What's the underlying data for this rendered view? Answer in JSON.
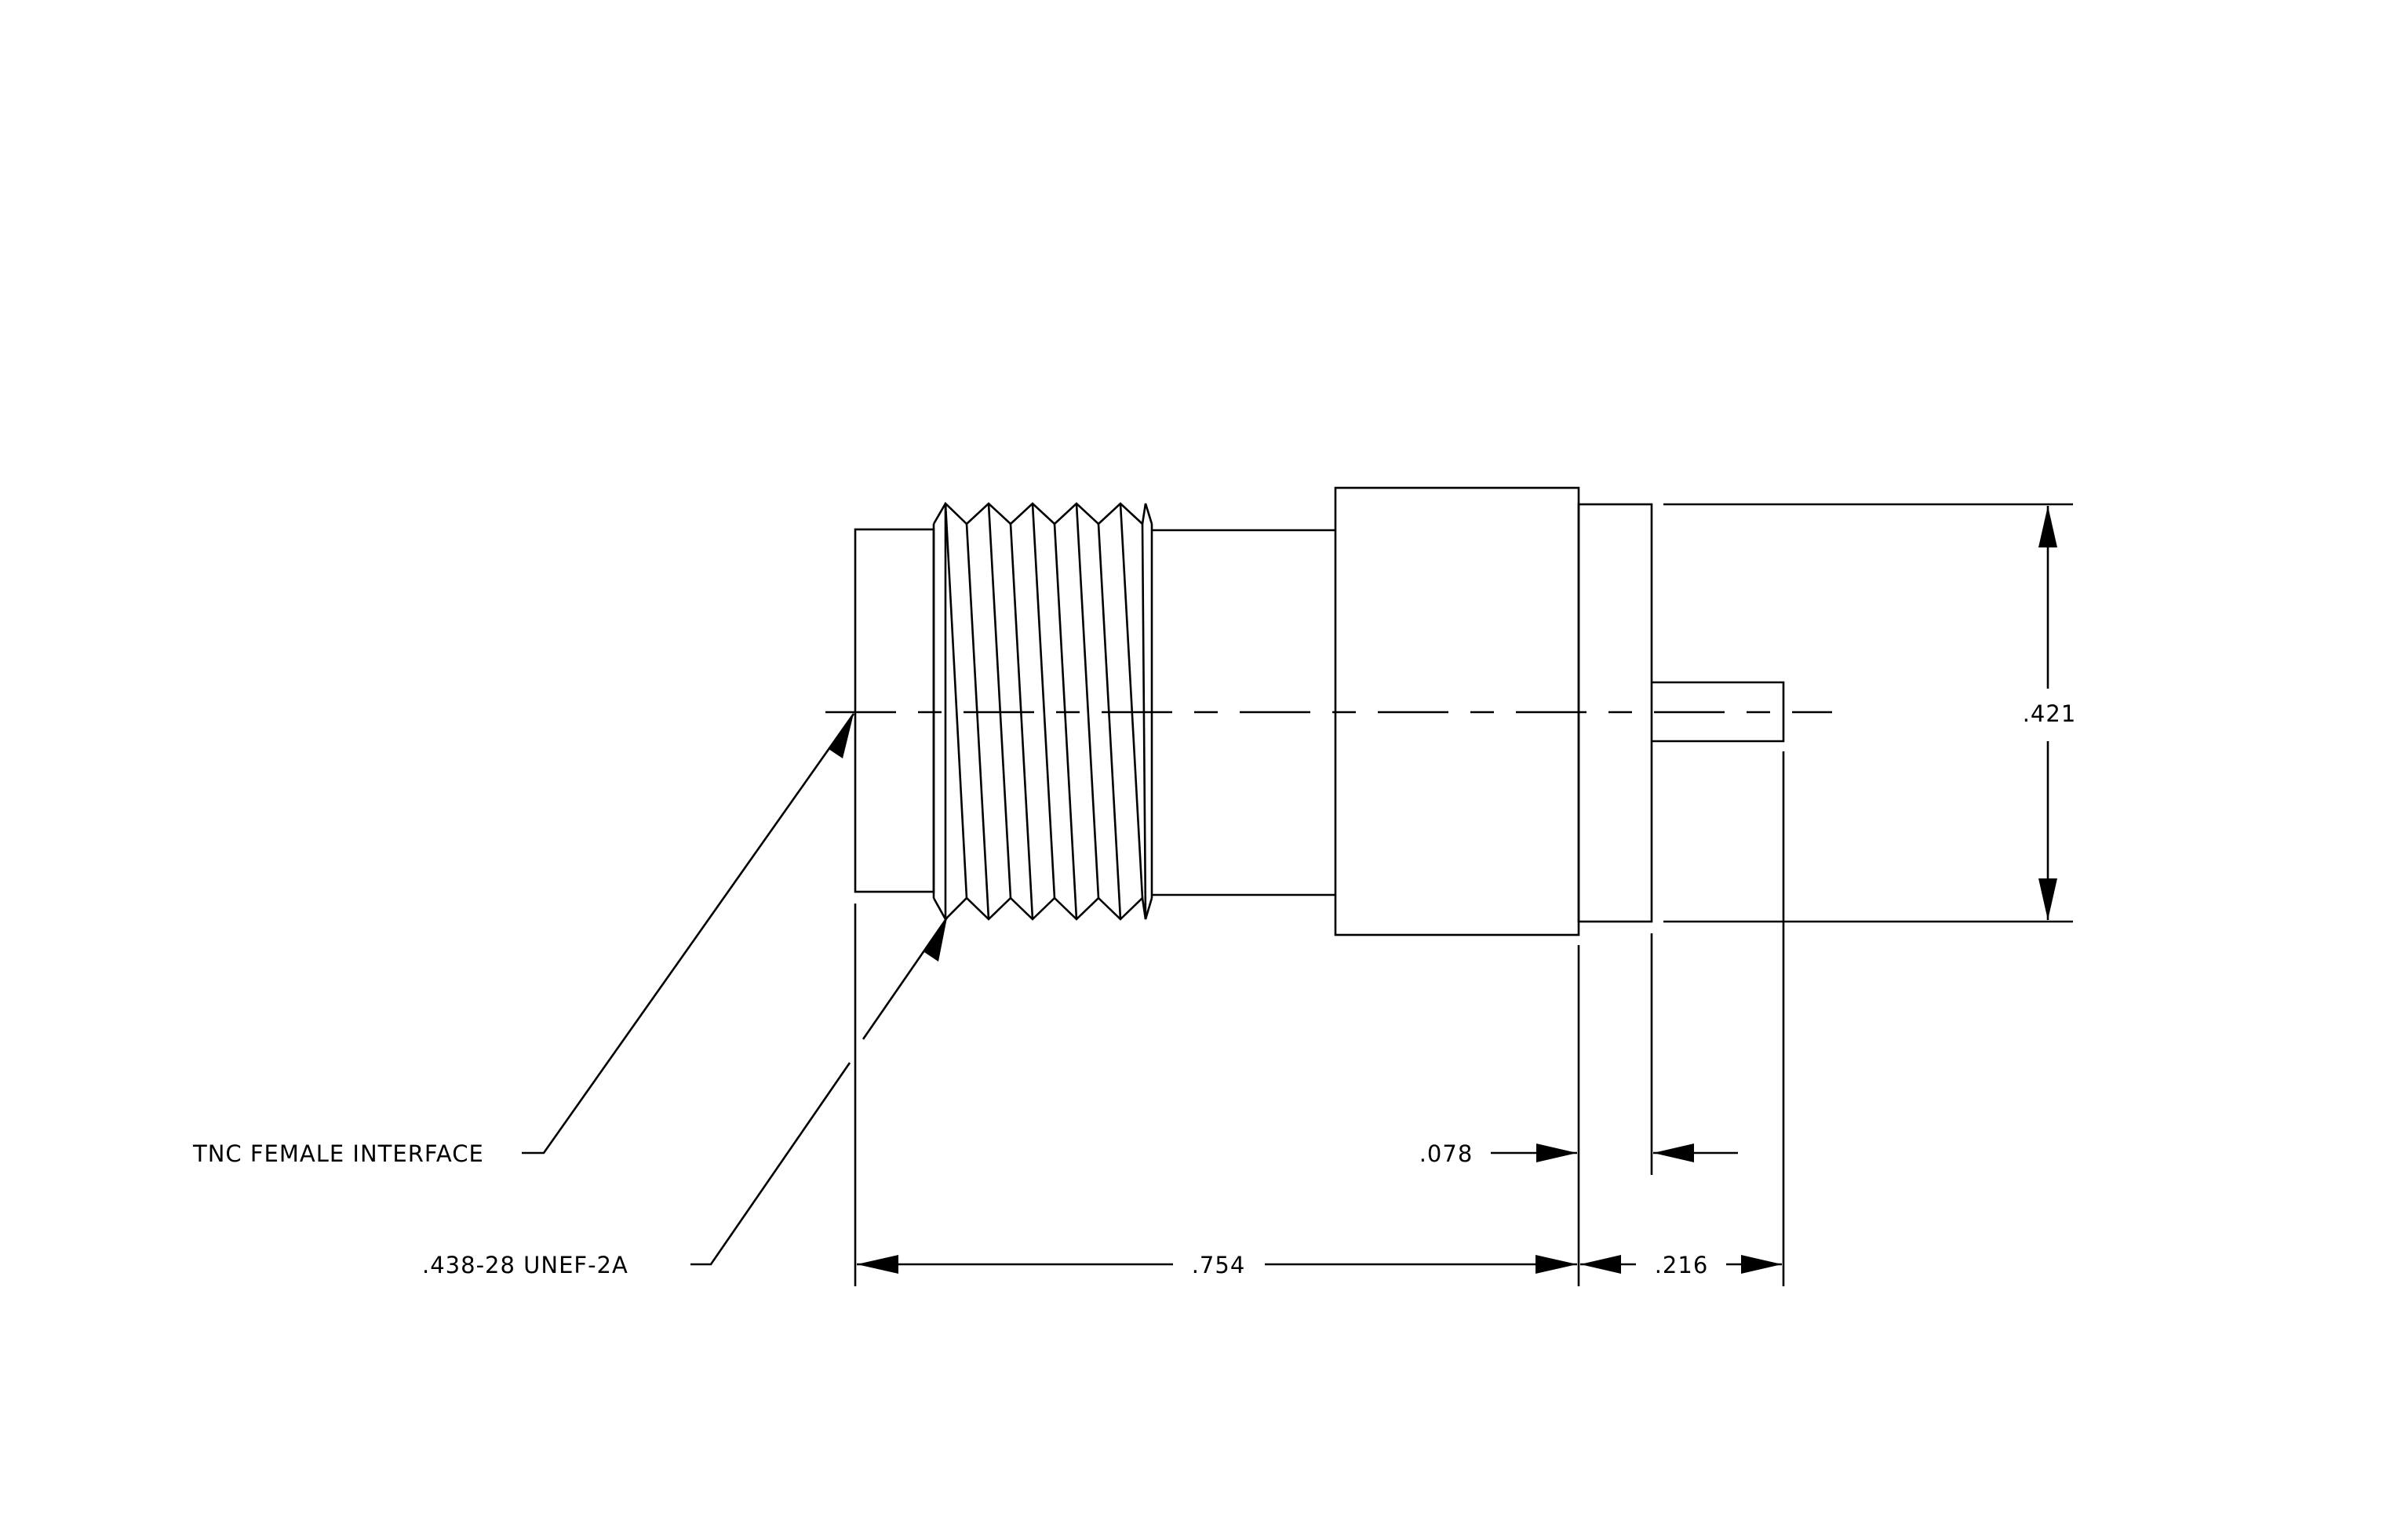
{
  "drawing": {
    "colors": {
      "background": "#ffffff",
      "line": "#000000"
    },
    "callouts": {
      "interface": "TNC FEMALE INTERFACE",
      "thread": ".438-28 UNEF-2A"
    },
    "dimensions": {
      "overall_length": ".754",
      "pin_length": ".216",
      "flange_thickness": ".078",
      "flange_height": ".421"
    }
  }
}
